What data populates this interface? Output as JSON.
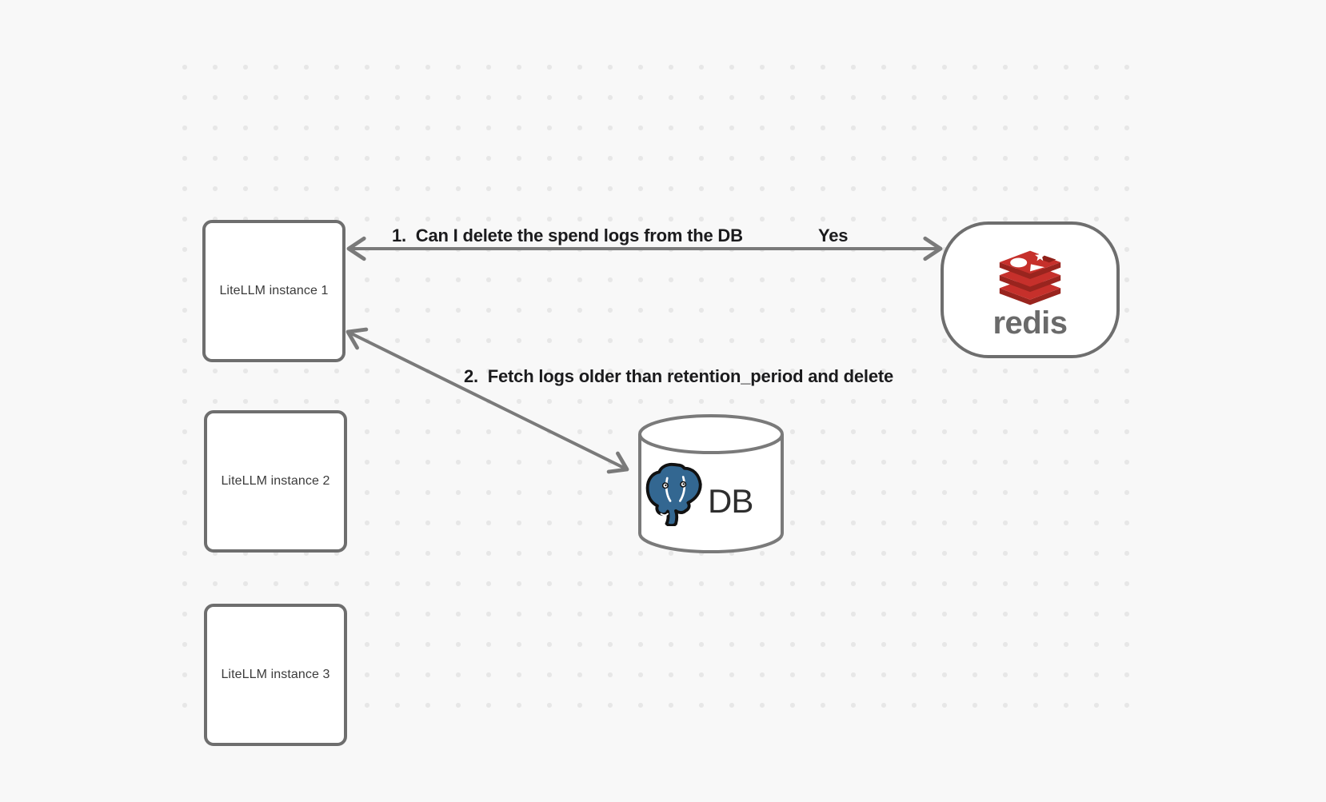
{
  "canvas": {
    "background_color": "#f8f8f8",
    "dot_color": "#e7e7e7",
    "stroke_color": "#6e6e6e",
    "arrow_color": "#7a7a7a",
    "label_text_color": "#1b1b1d"
  },
  "nodes": {
    "instances": [
      {
        "label": "LiteLLM instance 1"
      },
      {
        "label": "LiteLLM instance 2"
      },
      {
        "label": "LiteLLM instance 3"
      }
    ],
    "redis": {
      "wordmark": "redis",
      "icon": "redis-stack-logo",
      "logo_red": "#c6302b",
      "logo_dark_red": "#99241e",
      "wordmark_color": "#6a6a6a"
    },
    "db": {
      "label": "DB",
      "icon": "postgresql-elephant-logo",
      "elephant_blue": "#336791"
    }
  },
  "arrows": {
    "arrow1": {
      "label": "1.  Can I delete the spend logs from the DB",
      "reply": "Yes",
      "from": "redis",
      "to": "LiteLLM instance 1",
      "direction": "double-headed"
    },
    "arrow2": {
      "label": "2.  Fetch logs older than retention_period and delete",
      "from": "LiteLLM instance 1",
      "to": "DB",
      "direction": "double-headed"
    }
  }
}
